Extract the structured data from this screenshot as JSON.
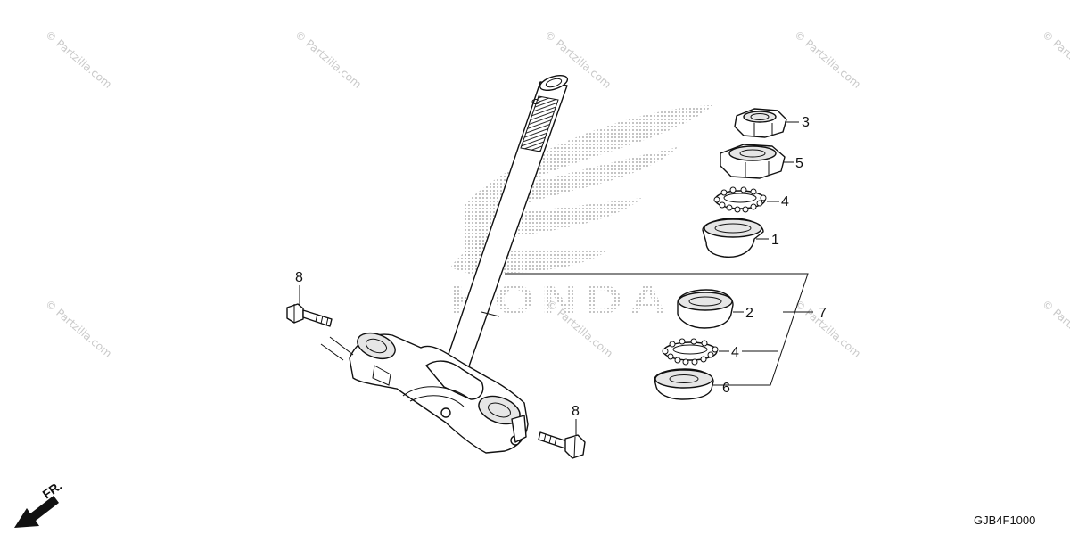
{
  "watermark": "© Partzilla.com",
  "brand_text": "HONDA",
  "drawing_code": "GJB4F1000",
  "front_marker": "FR.",
  "callouts": {
    "c1": "1",
    "c2": "2",
    "c3": "3",
    "c4a": "4",
    "c4b": "4",
    "c5": "5",
    "c6": "6",
    "c7": "7",
    "c8a": "8",
    "c8b": "8"
  },
  "colors": {
    "line": "#111111",
    "watermark": "#c9c9c9",
    "logo_dots": "#9a9a9a"
  }
}
